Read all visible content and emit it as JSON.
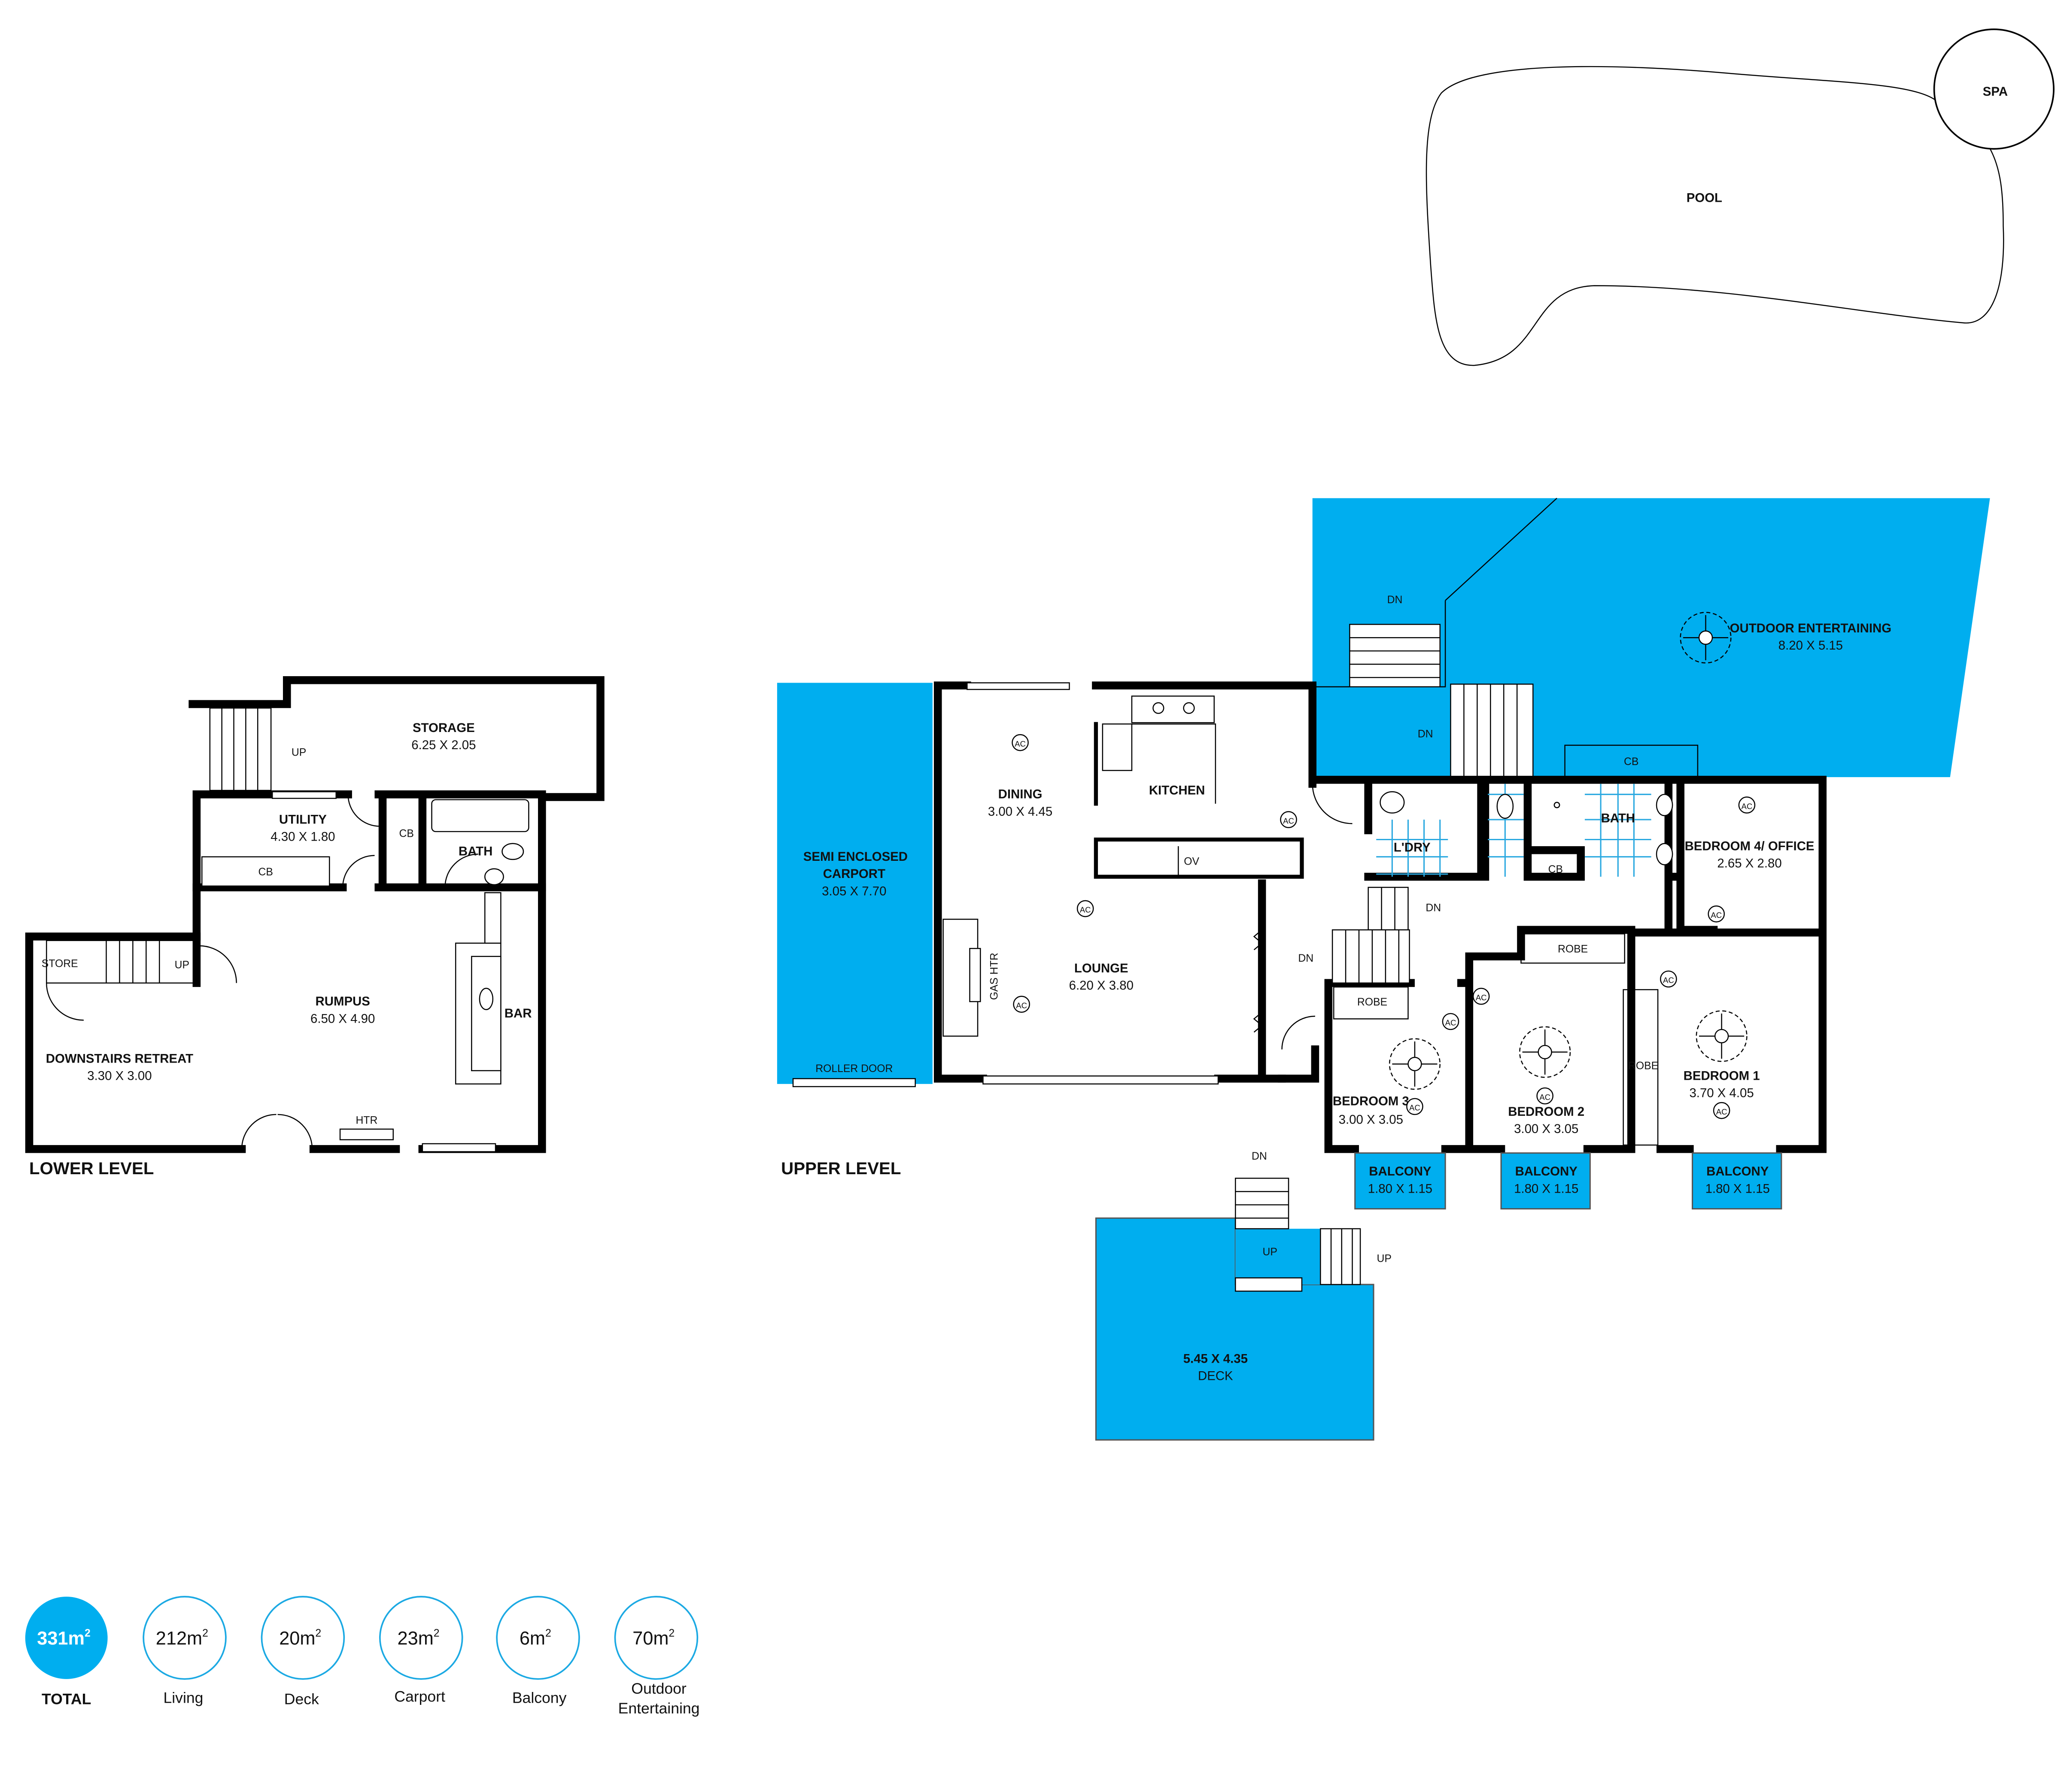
{
  "colors": {
    "accent": "#00AEEF",
    "wall": "#000000"
  },
  "outdoor": {
    "pool": "POOL",
    "spa": "SPA"
  },
  "lower": {
    "level_label": "LOWER LEVEL",
    "storage": {
      "name": "STORAGE",
      "dims": "6.25 X 2.05"
    },
    "utility": {
      "name": "UTILITY",
      "dims": "4.30 X 1.80"
    },
    "bath": "BATH",
    "rumpus": {
      "name": "RUMPUS",
      "dims": "6.50 X 4.90"
    },
    "bar": "BAR",
    "retreat": {
      "name": "DOWNSTAIRS RETREAT",
      "dims": "3.30 X 3.00"
    },
    "store": "STORE",
    "cb1": "CB",
    "cb2": "CB",
    "htr": "HTR",
    "up1": "UP",
    "up2": "UP"
  },
  "upper": {
    "level_label": "UPPER LEVEL",
    "carport": {
      "name1": "SEMI ENCLOSED",
      "name2": "CARPORT",
      "dims": "3.05 X 7.70",
      "roller": "ROLLER DOOR"
    },
    "dining": {
      "name": "DINING",
      "dims": "3.00 X 4.45"
    },
    "kitchen": "KITCHEN",
    "ov": "OV",
    "lounge": {
      "name": "LOUNGE",
      "dims": "6.20 X 3.80"
    },
    "gas_htr": "GAS HTR",
    "outdoor_ent": {
      "name": "OUTDOOR ENTERTAINING",
      "dims": "8.20 X 5.15"
    },
    "laundry": "L'DRY",
    "bath": "BATH",
    "cb_top": "CB",
    "cb_hall": "CB",
    "bed4": {
      "name": "BEDROOM 4/ OFFICE",
      "dims": "2.65 X 2.80"
    },
    "bed3": {
      "name": "BEDROOM 3",
      "dims": "3.00 X 3.05"
    },
    "bed2": {
      "name": "BEDROOM 2",
      "dims": "3.00 X 3.05"
    },
    "bed1": {
      "name": "BEDROOM 1",
      "dims": "3.70 X 4.05"
    },
    "robe": "ROBE",
    "balcony": {
      "name": "BALCONY",
      "dims": "1.80 X 1.15"
    },
    "deck": {
      "dims": "5.45 X 4.35",
      "name": "DECK"
    },
    "ac": "AC",
    "dn": "DN",
    "up": "UP"
  },
  "areas": [
    {
      "value": "331m",
      "label": "TOTAL"
    },
    {
      "value": "212m",
      "label": "Living"
    },
    {
      "value": "20m",
      "label": "Deck"
    },
    {
      "value": "23m",
      "label": "Carport"
    },
    {
      "value": "6m",
      "label": "Balcony"
    },
    {
      "value": "70m",
      "label": "Outdoor",
      "label2": "Entertaining"
    }
  ],
  "sup": "2"
}
